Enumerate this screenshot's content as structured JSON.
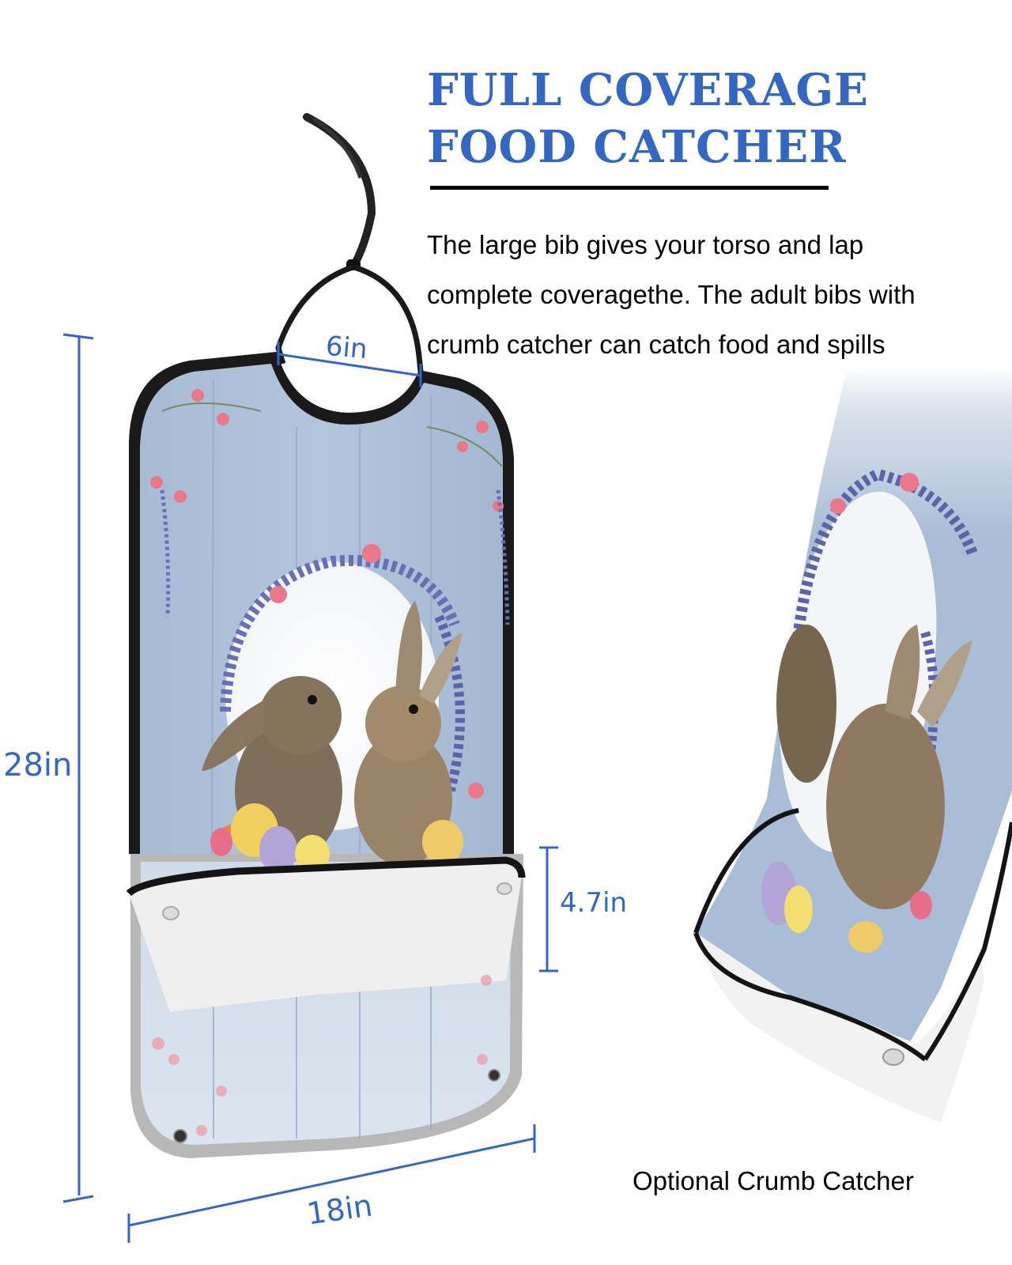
{
  "header": {
    "title_line1": "FULL COVERAGE",
    "title_line2": "FOOD CATCHER"
  },
  "description": {
    "line1": "The large bib gives your torso and lap",
    "line2": "complete coveragethe. The adult bibs with",
    "line3": "crumb catcher can catch food and spills"
  },
  "dimensions": {
    "neck": "6in",
    "length": "28in",
    "pocket": "4.7in",
    "width": "18in"
  },
  "caption": "Optional Crumb Catcher",
  "colors": {
    "accent_blue": "#3467c2",
    "bib_blue": "#a9bdd6",
    "trim_black": "#1a1a1a",
    "pocket_white": "#efefef"
  }
}
